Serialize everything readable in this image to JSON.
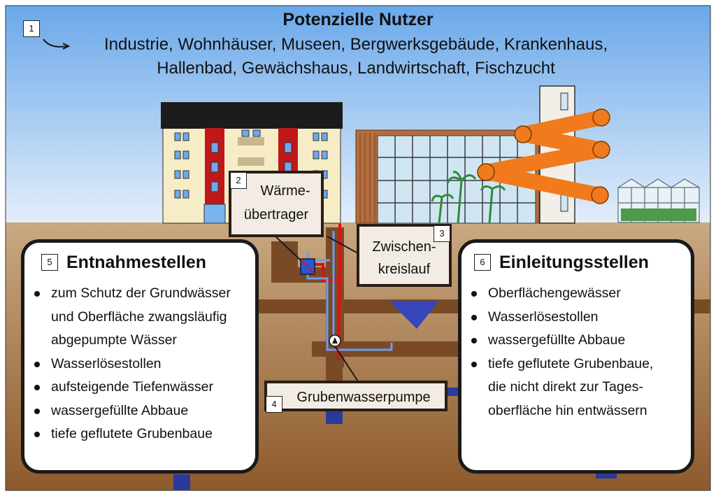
{
  "header": {
    "title": "Potenzielle Nutzer",
    "line1": "Industrie, Wohnhäuser, Museen, Bergwerksgebäude, Krankenhaus,",
    "line2": "Hallenbad, Gewächshaus, Landwirtschaft, Fischzucht"
  },
  "markers": {
    "m1": "1",
    "m2": "2",
    "m3": "3",
    "m4": "4",
    "m5": "5",
    "m6": "6"
  },
  "labels": {
    "heat_exchanger_1": "Wärme-",
    "heat_exchanger_2": "übertrager",
    "circuit_1": "Zwischen-",
    "circuit_2": "kreislauf",
    "pump": "Grubenwasserpumpe"
  },
  "left_panel": {
    "title": "Entnahmestellen",
    "items": [
      "zum Schutz der Grundwässer",
      "Wasserlösestollen",
      "aufsteigende Tiefenwässer",
      "wassergefüllte Abbaue",
      "tiefe geflutete Grubenbaue"
    ],
    "item0_line2": "und Oberfläche zwangsläufig",
    "item0_line3": "abgepumpte Wässer"
  },
  "right_panel": {
    "title": "Einleitungsstellen",
    "items": [
      "Oberflächengewässer",
      "Wasserlösestollen",
      "wassergefüllte Abbaue",
      "tiefe geflutete Grubenbaue,"
    ],
    "item3_line2": "die nicht direkt zur Tages-",
    "item3_line3": "oberfläche hin entwässern"
  },
  "colors": {
    "sky_top": "#6aa8ea",
    "sky_bottom": "#e4eefa",
    "ground_top": "#c9a982",
    "ground_bottom": "#8d5a2c",
    "tunnel": "#7a4a26",
    "water": "#2a3a9c",
    "hot_pipe": "#e01010",
    "cold_pipe": "#6a9cf0",
    "orange": "#f07a1c",
    "brick_red": "#c01818"
  }
}
